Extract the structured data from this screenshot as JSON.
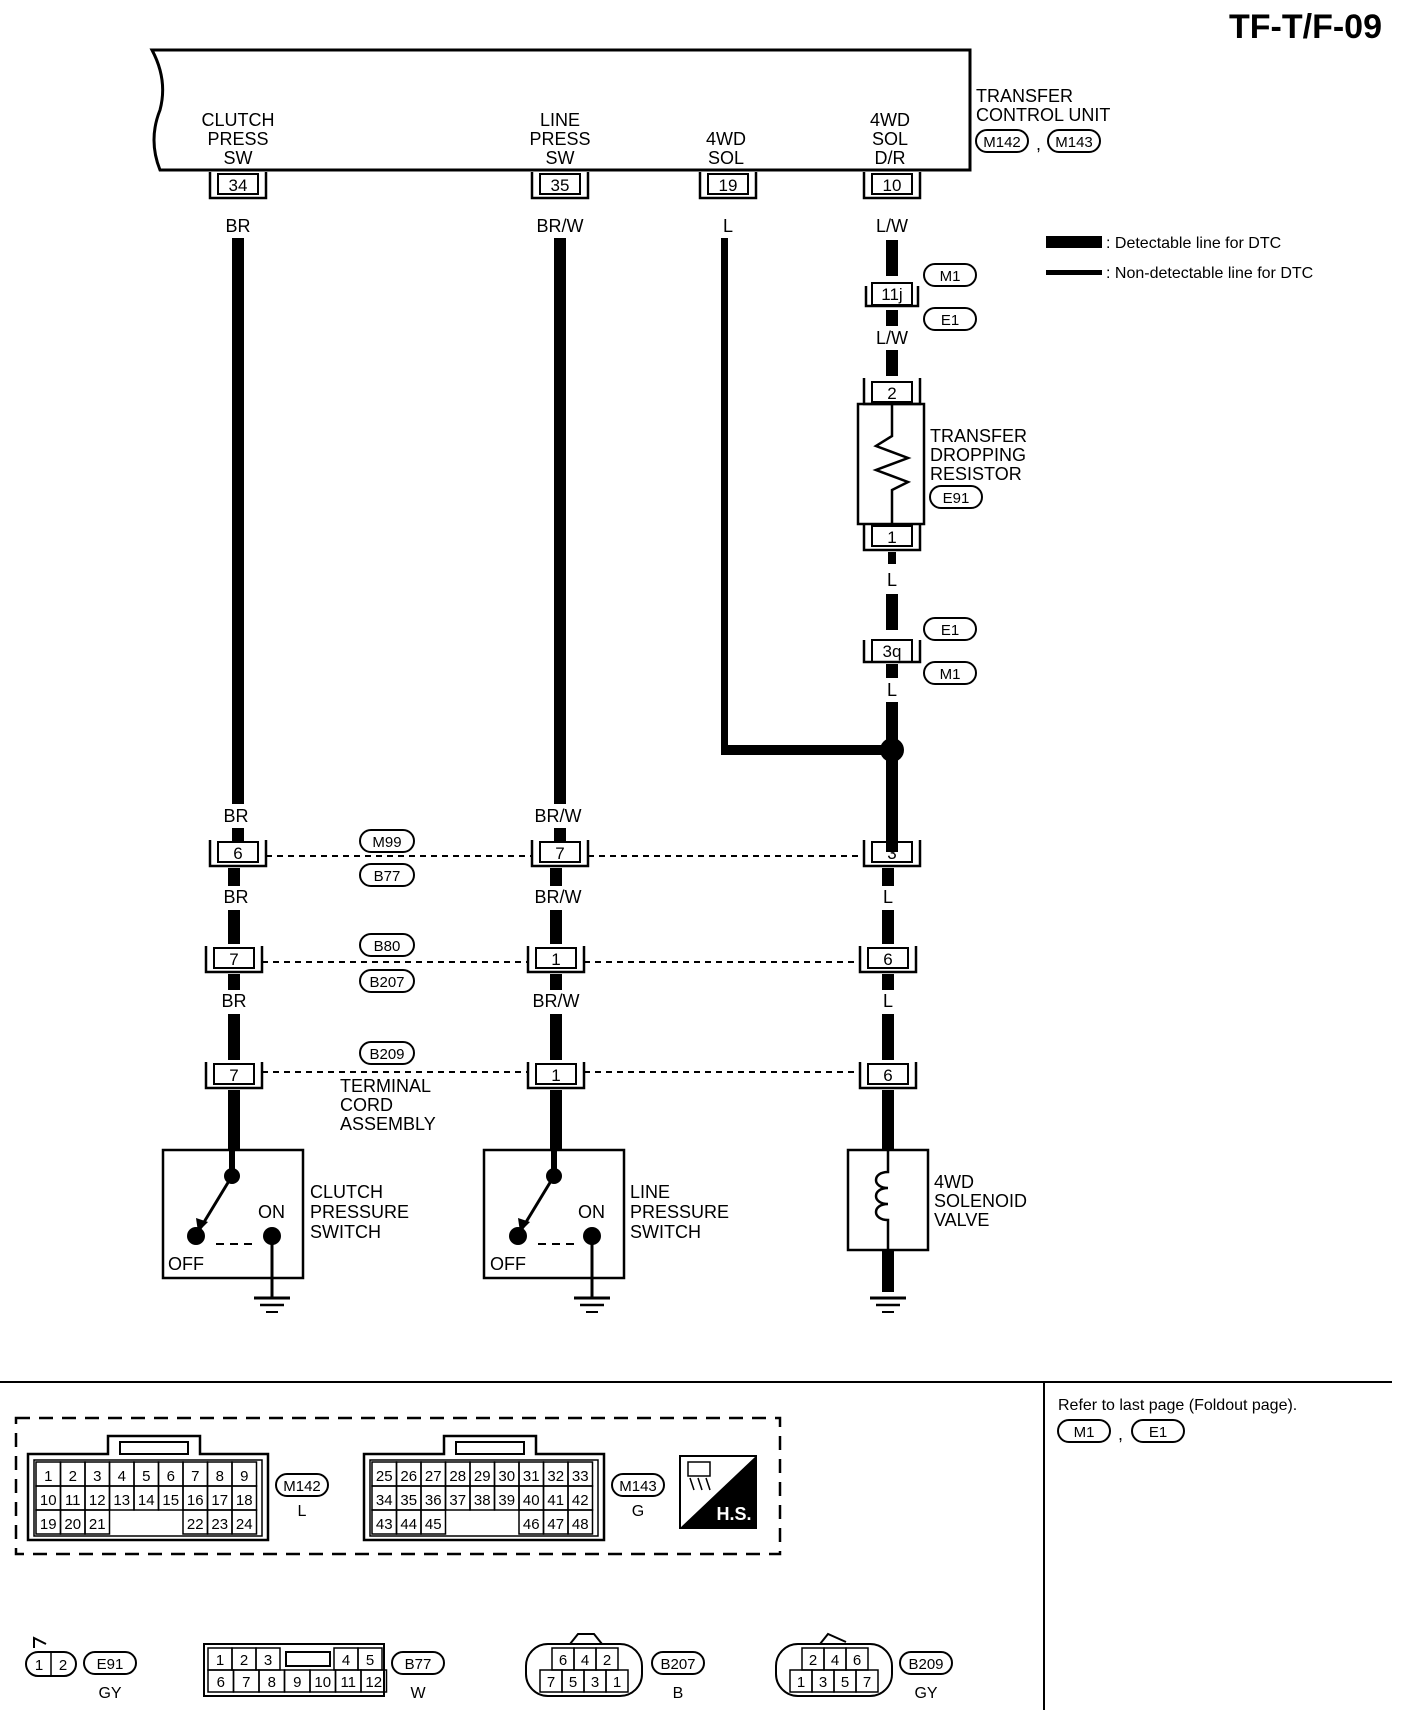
{
  "page": {
    "title": "TF-T/F-09"
  },
  "control_unit": {
    "name_line1": "TRANSFER",
    "name_line2": "CONTROL UNIT",
    "connector_a": "M142",
    "connector_b": "M143",
    "separator": ","
  },
  "legend": {
    "detectable": ": Detectable line for DTC",
    "non_detectable": ": Non-detectable line for DTC"
  },
  "circuits": {
    "clutch": {
      "label": [
        "CLUTCH",
        "PRESS",
        "SW"
      ],
      "terminal": "34",
      "wire_top": "BR",
      "wire_a": "BR",
      "wire_b": "BR",
      "wire_c": "BR",
      "pin_1": "6",
      "pin_2": "7",
      "pin_3": "7"
    },
    "line": {
      "label": [
        "LINE",
        "PRESS",
        "SW"
      ],
      "terminal": "35",
      "wire_top": "BR/W",
      "wire_a": "BR/W",
      "wire_b": "BR/W",
      "wire_c": "BR/W",
      "pin_1": "7",
      "pin_2": "1",
      "pin_3": "1"
    },
    "sol": {
      "label": [
        "4WD",
        "SOL"
      ],
      "terminal": "19",
      "wire_top": "L"
    },
    "sol_dr": {
      "label": [
        "4WD",
        "SOL",
        "D/R"
      ],
      "terminal": "10",
      "wire_top": "L/W",
      "joint_pin": "11j",
      "joint_code_top": "M1",
      "joint_code_bottom": "E1",
      "wire_after_joint": "L/W",
      "resistor_pin_top": "2",
      "resistor_pin_bottom": "1",
      "wire_after_resistor": "L",
      "joint2_pin": "3q",
      "joint2_code_top": "E1",
      "joint2_code_bottom": "M1",
      "wire_after_joint2": "L",
      "wire_after_splice": "L",
      "wire_b": "L",
      "wire_c": "L",
      "pin_1": "3",
      "pin_2": "6",
      "pin_3": "6"
    }
  },
  "resistor": {
    "name": [
      "TRANSFER",
      "DROPPING",
      "RESISTOR"
    ],
    "connector": "E91"
  },
  "row_connectors": {
    "row1_top": "M99",
    "row1_bottom": "B77",
    "row2_top": "B80",
    "row2_bottom": "B207",
    "row3": "B209",
    "row3_note": [
      "TERMINAL",
      "CORD",
      "ASSEMBLY"
    ]
  },
  "components": {
    "clutch_switch": [
      "CLUTCH",
      "PRESSURE",
      "SWITCH"
    ],
    "line_switch": [
      "LINE",
      "PRESSURE",
      "SWITCH"
    ],
    "solenoid": [
      "4WD",
      "SOLENOID",
      "VALVE"
    ],
    "on_label": "ON",
    "off_label": "OFF"
  },
  "bottom": {
    "refer_text": "Refer to last page (Foldout page).",
    "refer_codes": [
      "M1",
      "E1"
    ],
    "m142": {
      "code": "M142",
      "color": "L",
      "row1": [
        "1",
        "2",
        "3",
        "4",
        "5",
        "6",
        "7",
        "8",
        "9"
      ],
      "row2": [
        "10",
        "11",
        "12",
        "13",
        "14",
        "15",
        "16",
        "17",
        "18"
      ],
      "row3_left": [
        "19",
        "20",
        "21"
      ],
      "row3_right": [
        "22",
        "23",
        "24"
      ]
    },
    "m143": {
      "code": "M143",
      "color": "G",
      "row1": [
        "25",
        "26",
        "27",
        "28",
        "29",
        "30",
        "31",
        "32",
        "33"
      ],
      "row2": [
        "34",
        "35",
        "36",
        "37",
        "38",
        "39",
        "40",
        "41",
        "42"
      ],
      "row3_left": [
        "43",
        "44",
        "45"
      ],
      "row3_right": [
        "46",
        "47",
        "48"
      ]
    },
    "hs_label": "H.S.",
    "e91": {
      "code": "E91",
      "color": "GY",
      "pins": [
        "1",
        "2"
      ]
    },
    "b77": {
      "code": "B77",
      "color": "W",
      "row1_left": [
        "1",
        "2",
        "3"
      ],
      "row1_right": [
        "4",
        "5"
      ],
      "row2": [
        "6",
        "7",
        "8",
        "9",
        "10",
        "11",
        "12"
      ]
    },
    "b207": {
      "code": "B207",
      "color": "B",
      "row1": [
        "6",
        "4",
        "2"
      ],
      "row2": [
        "7",
        "5",
        "3",
        "1"
      ]
    },
    "b209": {
      "code": "B209",
      "color": "GY",
      "row1": [
        "2",
        "4",
        "6"
      ],
      "row2": [
        "1",
        "3",
        "5",
        "7"
      ]
    }
  }
}
